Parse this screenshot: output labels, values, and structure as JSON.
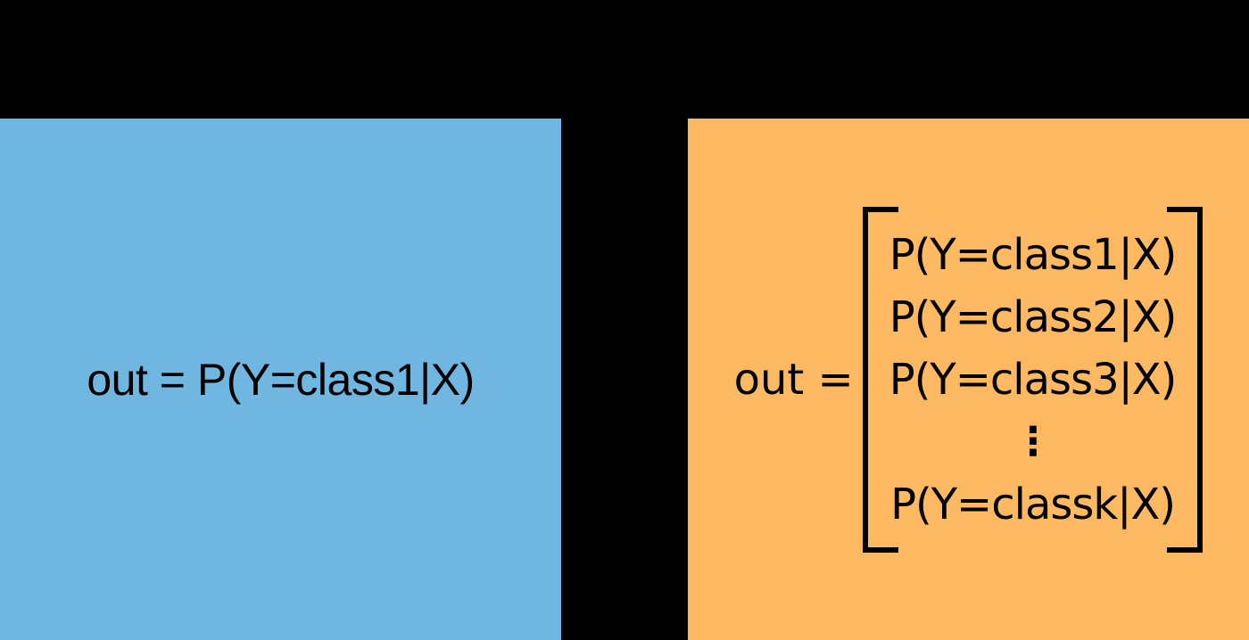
{
  "figure": {
    "background_color": "#000000",
    "text_color": "#000000",
    "left_panel": {
      "name": "binary-output",
      "background_color": "#6FB6E1",
      "formula": "out = P(Y=class1|X)"
    },
    "right_panel": {
      "name": "multiclass-output",
      "background_color": "#FDB962",
      "prefix": "out =",
      "rows": [
        "P(Y=class1|X)",
        "P(Y=class2|X)",
        "P(Y=class3|X)",
        "⋮",
        "P(Y=classk|X)"
      ]
    }
  }
}
